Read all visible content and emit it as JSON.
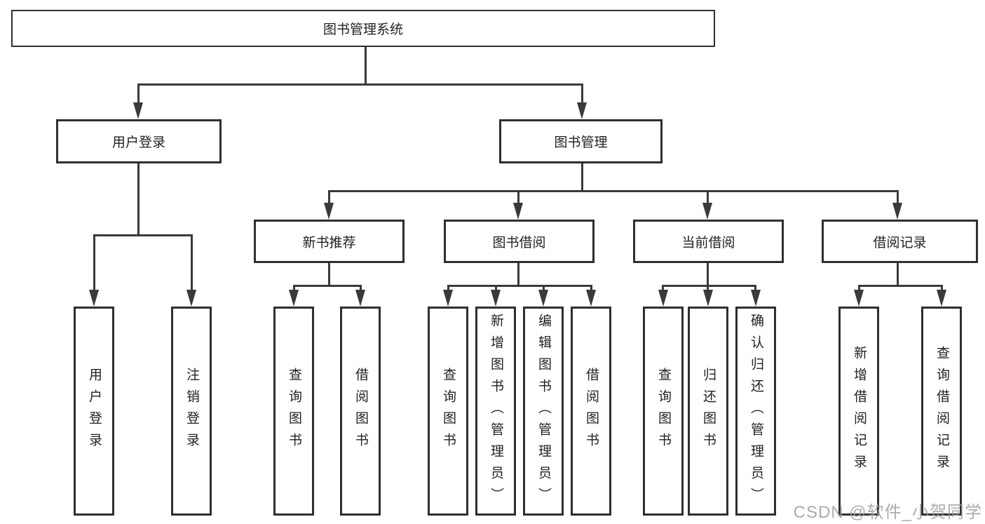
{
  "nodes": {
    "root": "图书管理系统",
    "user_login": "用户登录",
    "book_management": "图书管理",
    "new_book_recommend": "新书推荐",
    "book_borrow": "图书借阅",
    "current_borrow": "当前借阅",
    "borrow_records": "借阅记录",
    "leaf_user_login": "用户登录",
    "leaf_logout": "注销登录",
    "leaf_nbr_query_book": "查询图书",
    "leaf_nbr_borrow_book": "借阅图书",
    "leaf_bb_query_book": "查询图书",
    "leaf_bb_add_book": "新增图书（管理员）",
    "leaf_bb_edit_book": "编辑图书（管理员）",
    "leaf_bb_borrow_book": "借阅图书",
    "leaf_cb_query_book": "查询图书",
    "leaf_cb_return_book": "归还图书",
    "leaf_cb_confirm_return": "确认归还（管理员）",
    "leaf_br_add_record": "新增借阅记录",
    "leaf_br_query_record": "查询借阅记录"
  },
  "watermark": "CSDN @软件_小贺同学",
  "colors": {
    "line": "#3a3a3a",
    "box_border": "#2f2f2f",
    "text": "#222222",
    "background": "#ffffff",
    "watermark": "#9e9e9e"
  }
}
